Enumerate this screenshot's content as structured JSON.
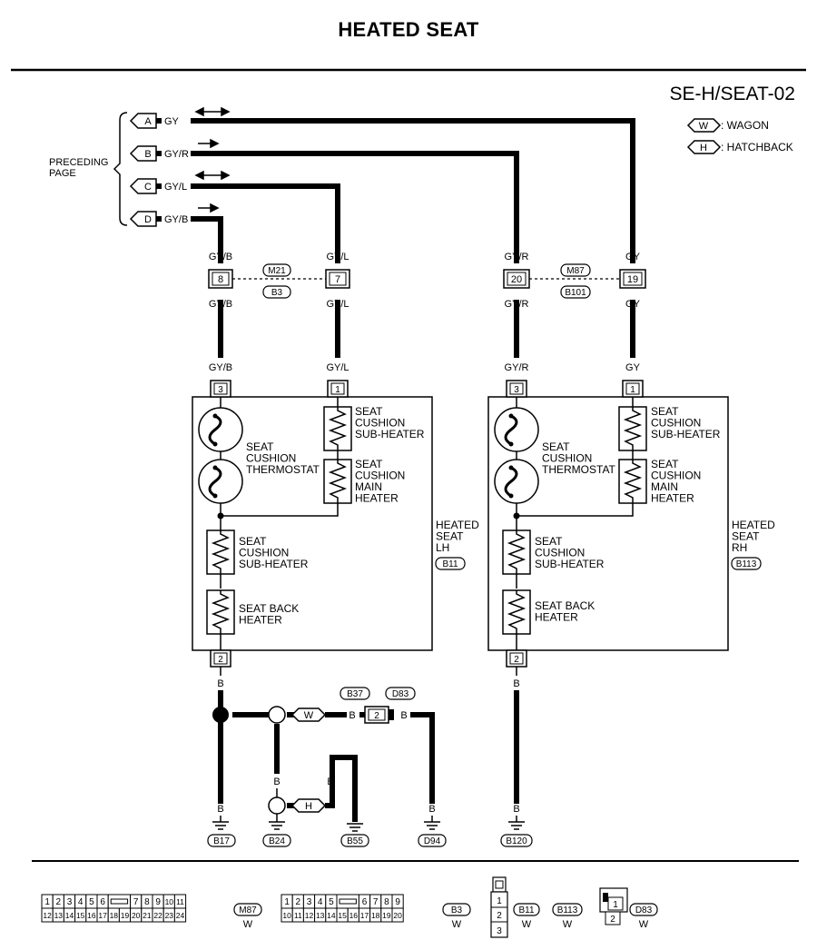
{
  "title": "HEATED SEAT",
  "code": "SE-H/SEAT-02",
  "key": {
    "wagon_code": "W",
    "wagon_label": ": WAGON",
    "hatch_code": "H",
    "hatch_label": ": HATCHBACK"
  },
  "preceding": {
    "line1": "PRECEDING",
    "line2": "PAGE"
  },
  "terminals": [
    {
      "letter": "A",
      "wire": "GY"
    },
    {
      "letter": "B",
      "wire": "GY/R"
    },
    {
      "letter": "C",
      "wire": "GY/L"
    },
    {
      "letter": "D",
      "wire": "GY/B"
    }
  ],
  "wire_labels": {
    "gyb": "GY/B",
    "gyl": "GY/L",
    "gyr": "GY/R",
    "gy": "GY",
    "b": "B"
  },
  "connectors": {
    "left_pins": [
      "8",
      "7"
    ],
    "left_ids": [
      "M21",
      "B3"
    ],
    "right_pins": [
      "20",
      "19"
    ],
    "right_ids": [
      "M87",
      "B101"
    ]
  },
  "seat_lh": {
    "name": [
      "HEATED",
      "SEAT",
      "LH"
    ],
    "conn": "B11",
    "pin_top_left": "3",
    "pin_top_right": "1",
    "pin_bottom": "2",
    "thermostat": [
      "SEAT",
      "CUSHION",
      "THERMOSTAT"
    ],
    "sub_heater_top": [
      "SEAT",
      "CUSHION",
      "SUB-HEATER"
    ],
    "main_heater": [
      "SEAT",
      "CUSHION",
      "MAIN",
      "HEATER"
    ],
    "sub_heater_bottom": [
      "SEAT",
      "CUSHION",
      "SUB-HEATER"
    ],
    "back_heater": [
      "SEAT BACK",
      "HEATER"
    ]
  },
  "seat_rh": {
    "name": [
      "HEATED",
      "SEAT",
      "RH"
    ],
    "conn": "B113",
    "pin_top_left": "3",
    "pin_top_right": "1",
    "pin_bottom": "2",
    "thermostat": [
      "SEAT",
      "CUSHION",
      "THERMOSTAT"
    ],
    "sub_heater_top": [
      "SEAT",
      "CUSHION",
      "SUB-HEATER"
    ],
    "main_heater": [
      "SEAT",
      "CUSHION",
      "MAIN",
      "HEATER"
    ],
    "sub_heater_bottom": [
      "SEAT",
      "CUSHION",
      "SUB-HEATER"
    ],
    "back_heater": [
      "SEAT BACK",
      "HEATER"
    ]
  },
  "ground": {
    "wagon": "W",
    "hatch": "H",
    "b37": "B37",
    "d83": "D83",
    "d83_pin": "2",
    "grounds": [
      "B17",
      "B24",
      "B55",
      "D94",
      "B120"
    ]
  },
  "footer": {
    "m87_row1": [
      "1",
      "2",
      "3",
      "4",
      "5",
      "6",
      "7",
      "8",
      "9",
      "10",
      "11"
    ],
    "m87_row2": [
      "12",
      "13",
      "14",
      "15",
      "16",
      "17",
      "18",
      "19",
      "20",
      "21",
      "22",
      "23",
      "24"
    ],
    "m87_id": "M87",
    "m87_w": "W",
    "b3_row1": [
      "1",
      "2",
      "3",
      "4",
      "5",
      "6",
      "7",
      "8",
      "9"
    ],
    "b3_row2": [
      "10",
      "11",
      "12",
      "13",
      "14",
      "15",
      "16",
      "17",
      "18",
      "19",
      "20"
    ],
    "b3_id": "B3",
    "b3_w": "W",
    "b11_pins": [
      "1",
      "2",
      "3"
    ],
    "b11_id": "B11",
    "b11_w": "W",
    "b113_id": "B113",
    "b113_w": "W",
    "d83_pins": [
      "1",
      "2"
    ],
    "d83_id": "D83",
    "d83_w": "W"
  }
}
